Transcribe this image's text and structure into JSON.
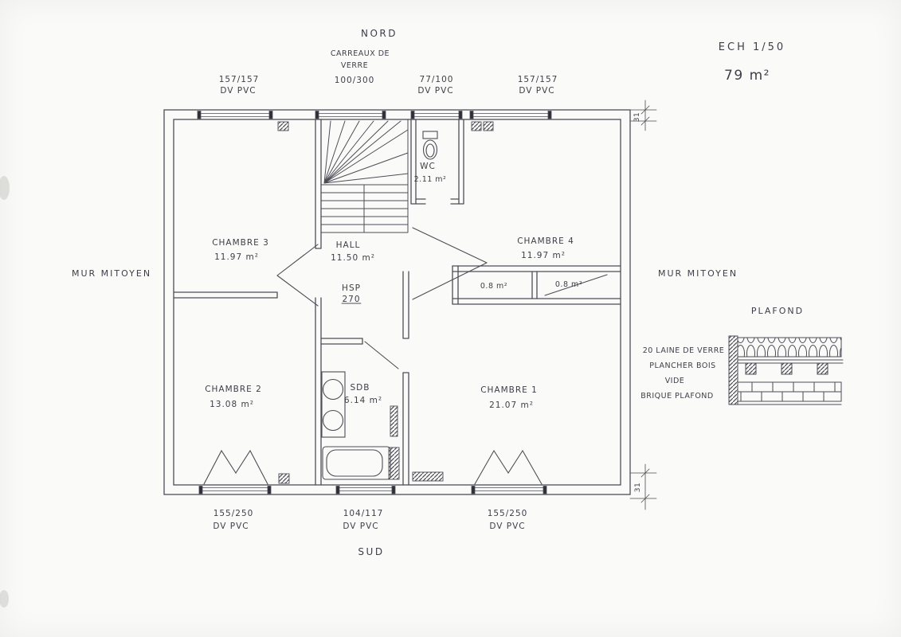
{
  "compass": {
    "north": "NORD",
    "south": "SUD"
  },
  "header": {
    "scale": "ECH 1/50",
    "total_area": "79 m²"
  },
  "party_walls": {
    "left": "MUR MITOYEN",
    "right": "MUR MITOYEN"
  },
  "windows_top": [
    {
      "size": "157/157",
      "material": "DV PVC"
    },
    {
      "note1": "CARREAUX DE",
      "note2": "VERRE",
      "size": "100/300"
    },
    {
      "size": "77/100",
      "material": "DV PVC"
    },
    {
      "size": "157/157",
      "material": "DV PVC"
    }
  ],
  "windows_bottom": [
    {
      "size": "155/250",
      "material": "DV PVC"
    },
    {
      "size": "104/117",
      "material": "DV PVC"
    },
    {
      "size": "155/250",
      "material": "DV PVC"
    }
  ],
  "rooms": {
    "chambre3": {
      "name": "CHAMBRE 3",
      "area": "11.97 m²"
    },
    "hall": {
      "name": "HALL",
      "area": "11.50 m²"
    },
    "wc": {
      "name": "WC",
      "area": "2.11 m²"
    },
    "chambre4": {
      "name": "CHAMBRE 4",
      "area": "11.97 m²"
    },
    "closet1": {
      "area": "0.8 m²"
    },
    "closet2": {
      "area": "0.8 m²"
    },
    "chambre2": {
      "name": "CHAMBRE 2",
      "area": "13.08 m²"
    },
    "sdb": {
      "name": "SDB",
      "area": "6.14 m²"
    },
    "chambre1": {
      "name": "CHAMBRE 1",
      "area": "21.07 m²"
    }
  },
  "hsp": {
    "label": "HSP",
    "value": "270"
  },
  "ceiling": {
    "title": "PLAFOND",
    "layers": [
      "20 LAINE DE VERRE",
      "PLANCHER BOIS",
      "VIDE",
      "BRIQUE PLAFOND"
    ]
  },
  "dims": {
    "wall_thickness_top": "31",
    "wall_thickness_bottom": "31"
  }
}
